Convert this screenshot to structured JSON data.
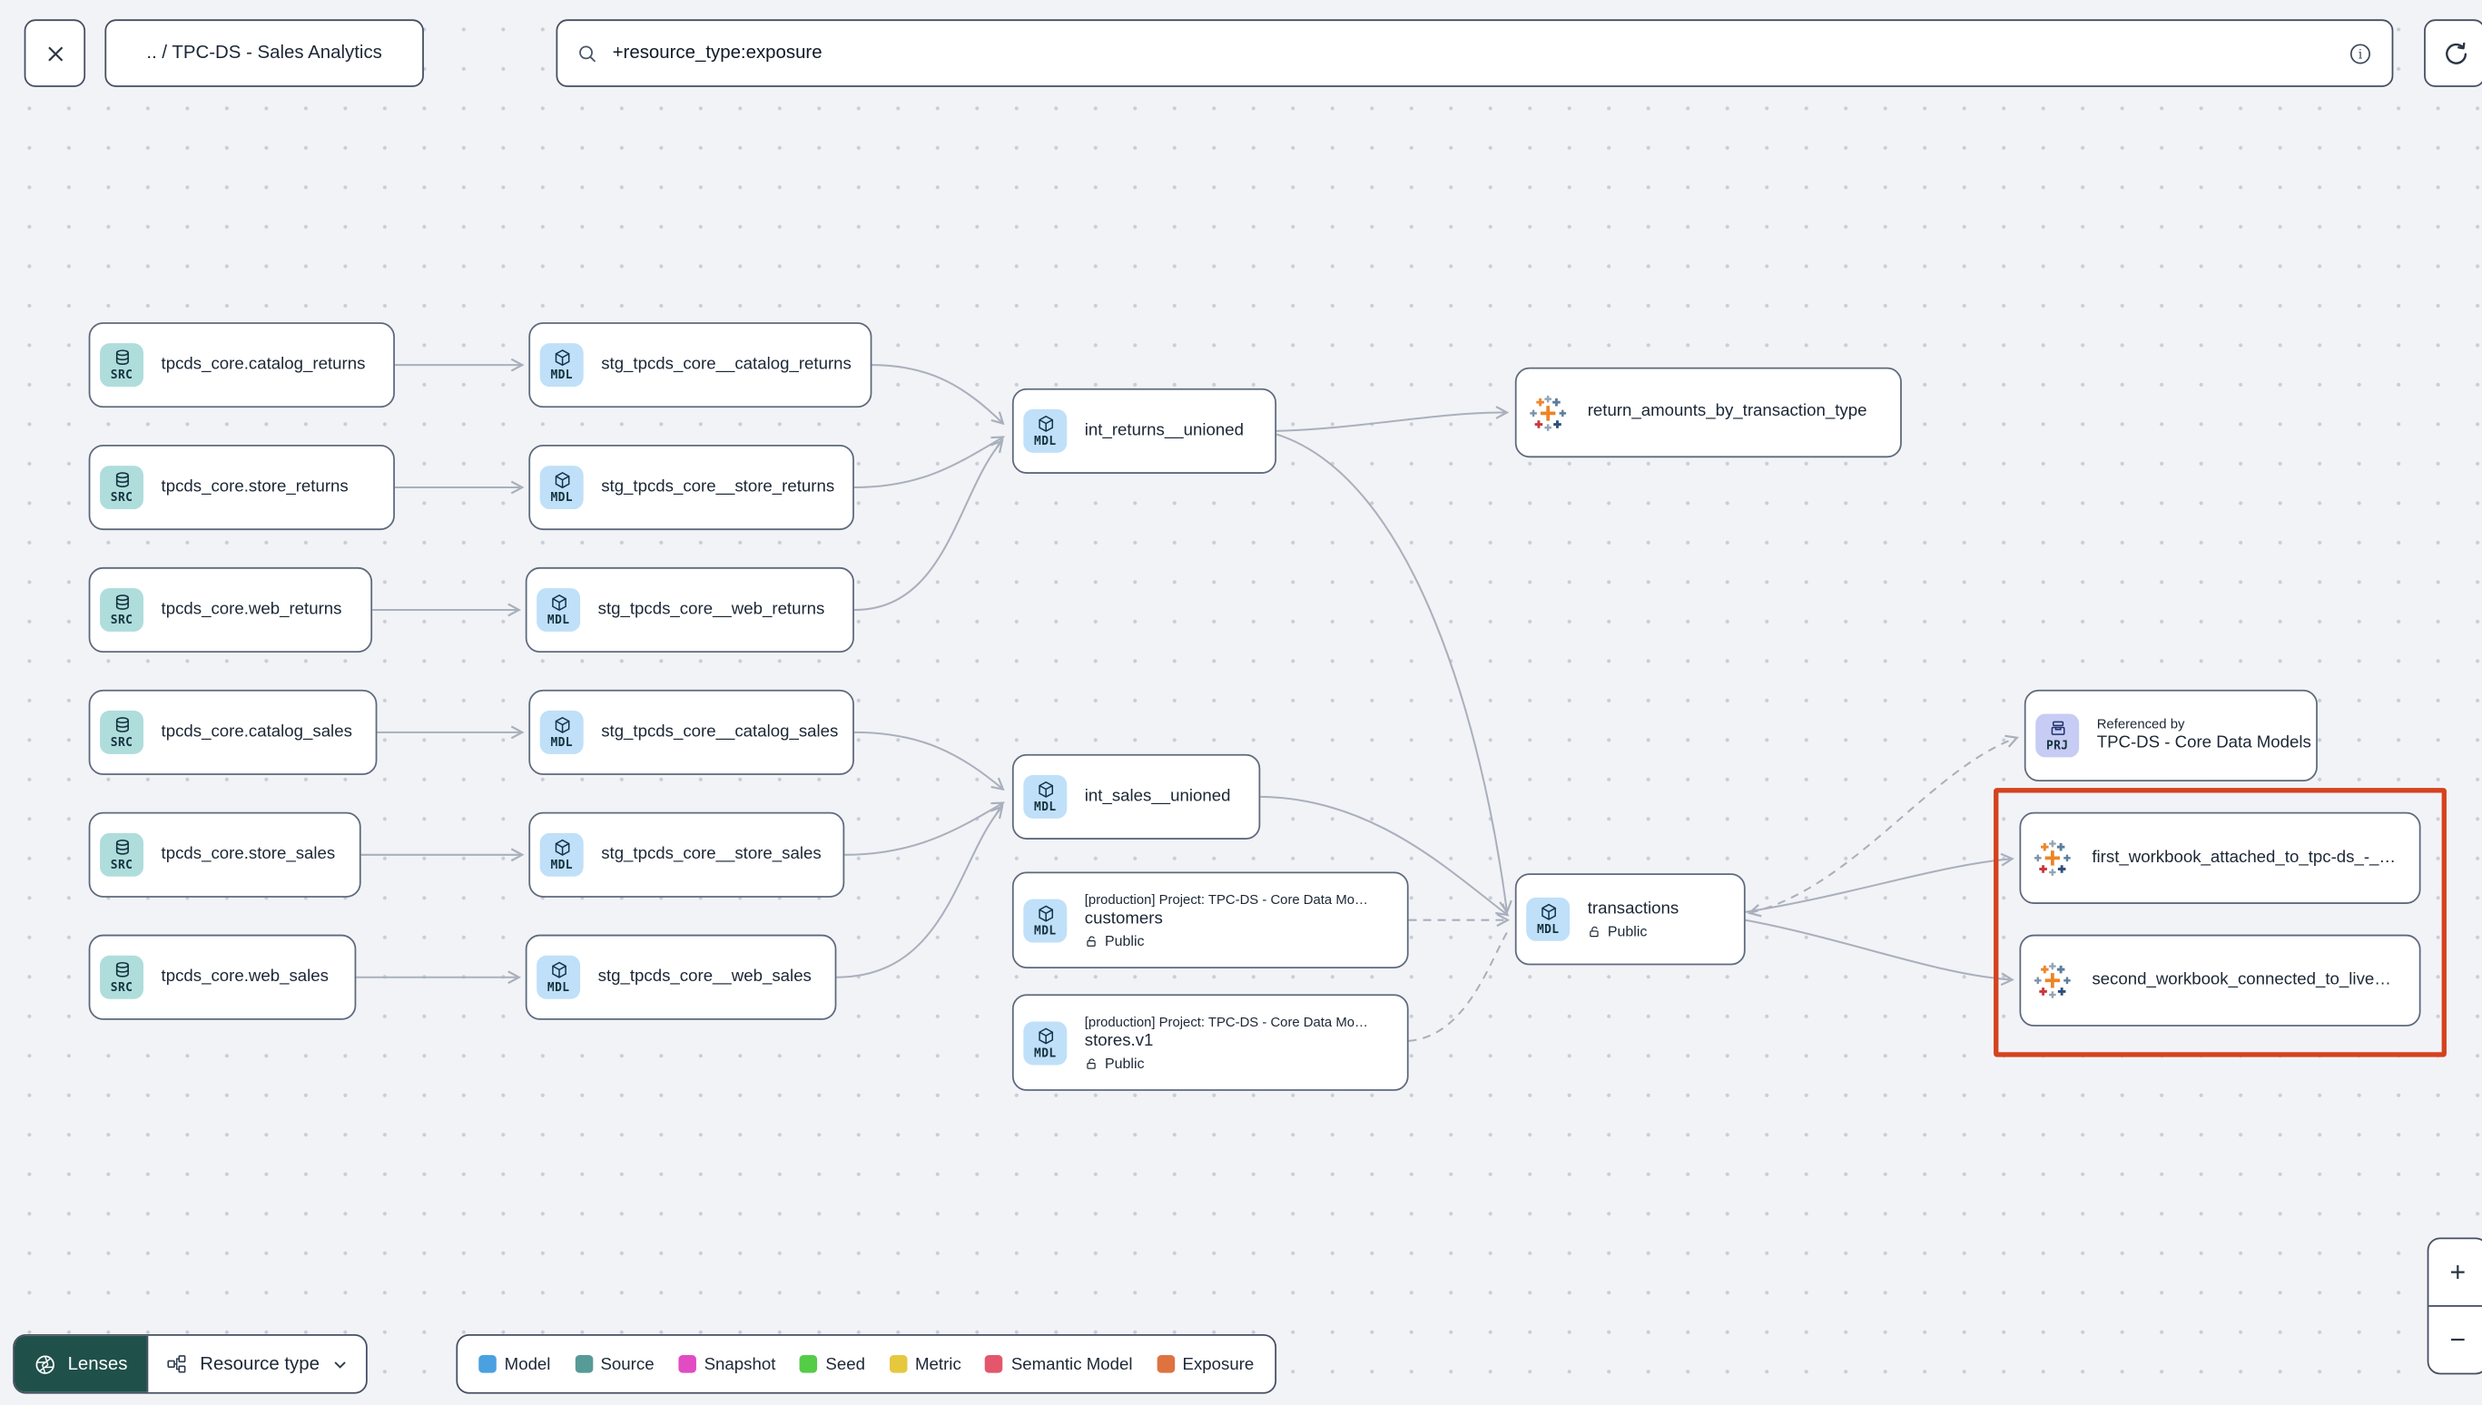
{
  "topbar": {
    "breadcrumb": ".. / TPC-DS - Sales Analytics",
    "search_value": "+resource_type:exposure"
  },
  "tags": {
    "source": "SRC",
    "model": "MDL",
    "project": "PRJ"
  },
  "graph": {
    "sources": [
      {
        "label": "tpcds_core.catalog_returns"
      },
      {
        "label": "tpcds_core.store_returns"
      },
      {
        "label": "tpcds_core.web_returns"
      },
      {
        "label": "tpcds_core.catalog_sales"
      },
      {
        "label": "tpcds_core.store_sales"
      },
      {
        "label": "tpcds_core.web_sales"
      }
    ],
    "staging": [
      {
        "label": "stg_tpcds_core__catalog_returns"
      },
      {
        "label": "stg_tpcds_core__store_returns"
      },
      {
        "label": "stg_tpcds_core__web_returns"
      },
      {
        "label": "stg_tpcds_core__catalog_sales"
      },
      {
        "label": "stg_tpcds_core__store_sales"
      },
      {
        "label": "stg_tpcds_core__web_sales"
      }
    ],
    "intermediates": [
      {
        "label": "int_returns__unioned"
      },
      {
        "label": "int_sales__unioned"
      }
    ],
    "customers": {
      "project": "[production] Project: TPC-DS - Core Data Mo…",
      "label": "customers",
      "access": "Public"
    },
    "stores": {
      "project": "[production] Project: TPC-DS - Core Data Mo…",
      "label": "stores.v1",
      "access": "Public"
    },
    "transactions": {
      "label": "transactions",
      "access": "Public"
    },
    "referenced_by": {
      "title": "Referenced by",
      "label": "TPC-DS - Core Data Models"
    },
    "exposures": [
      {
        "label": "return_amounts_by_transaction_type"
      },
      {
        "label": "first_workbook_attached_to_tpc-ds_-_…"
      },
      {
        "label": "second_workbook_connected_to_live…"
      }
    ],
    "edges": [
      {
        "from": "tpcds_core.catalog_returns",
        "to": "stg_tpcds_core__catalog_returns",
        "style": "solid"
      },
      {
        "from": "tpcds_core.store_returns",
        "to": "stg_tpcds_core__store_returns",
        "style": "solid"
      },
      {
        "from": "tpcds_core.web_returns",
        "to": "stg_tpcds_core__web_returns",
        "style": "solid"
      },
      {
        "from": "tpcds_core.catalog_sales",
        "to": "stg_tpcds_core__catalog_sales",
        "style": "solid"
      },
      {
        "from": "tpcds_core.store_sales",
        "to": "stg_tpcds_core__store_sales",
        "style": "solid"
      },
      {
        "from": "tpcds_core.web_sales",
        "to": "stg_tpcds_core__web_sales",
        "style": "solid"
      },
      {
        "from": "stg_tpcds_core__catalog_returns",
        "to": "int_returns__unioned",
        "style": "solid"
      },
      {
        "from": "stg_tpcds_core__store_returns",
        "to": "int_returns__unioned",
        "style": "solid"
      },
      {
        "from": "stg_tpcds_core__web_returns",
        "to": "int_returns__unioned",
        "style": "solid"
      },
      {
        "from": "stg_tpcds_core__catalog_sales",
        "to": "int_sales__unioned",
        "style": "solid"
      },
      {
        "from": "stg_tpcds_core__store_sales",
        "to": "int_sales__unioned",
        "style": "solid"
      },
      {
        "from": "stg_tpcds_core__web_sales",
        "to": "int_sales__unioned",
        "style": "solid"
      },
      {
        "from": "int_returns__unioned",
        "to": "return_amounts_by_transaction_type",
        "style": "solid"
      },
      {
        "from": "int_returns__unioned",
        "to": "transactions",
        "style": "solid"
      },
      {
        "from": "int_sales__unioned",
        "to": "transactions",
        "style": "solid"
      },
      {
        "from": "customers",
        "to": "transactions",
        "style": "dashed"
      },
      {
        "from": "stores.v1",
        "to": "transactions",
        "style": "dashed"
      },
      {
        "from": "transactions",
        "to": "TPC-DS - Core Data Models",
        "style": "dashed"
      },
      {
        "from": "transactions",
        "to": "first_workbook_attached_to_tpc-ds_-_…",
        "style": "solid"
      },
      {
        "from": "transactions",
        "to": "second_workbook_connected_to_live…",
        "style": "solid"
      }
    ]
  },
  "legend": {
    "items": [
      {
        "label": "Model",
        "color": "#4ba0e0"
      },
      {
        "label": "Source",
        "color": "#569b97"
      },
      {
        "label": "Snapshot",
        "color": "#e14cc2"
      },
      {
        "label": "Seed",
        "color": "#55cc47"
      },
      {
        "label": "Metric",
        "color": "#e5c83e"
      },
      {
        "label": "Semantic Model",
        "color": "#e4566c"
      },
      {
        "label": "Exposure",
        "color": "#de7340"
      }
    ]
  },
  "toolbar": {
    "lenses_label": "Lenses",
    "resource_type_label": "Resource type"
  },
  "zoom": {
    "in_label": "+",
    "out_label": "−"
  },
  "colors": {
    "highlight_box": "#d5421e",
    "lenses_bg": "#1f5049",
    "node_border": "#5d6a7e",
    "edge": "#a9b0bd"
  }
}
